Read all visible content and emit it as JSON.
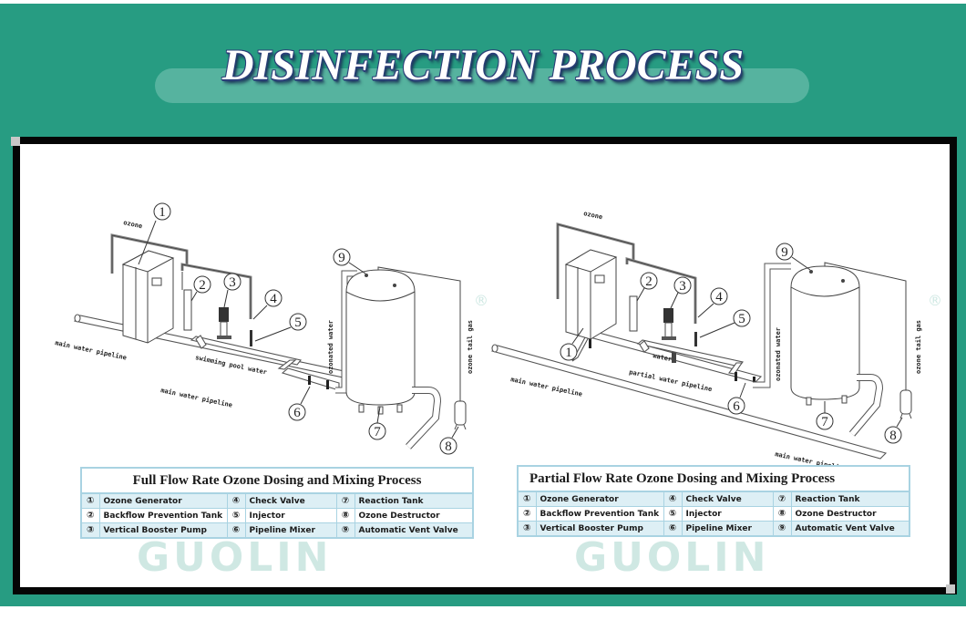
{
  "header": {
    "title": "DISINFECTION PROCESS"
  },
  "watermark": {
    "text": "GUOLIN",
    "registered_mark": "®"
  },
  "colors": {
    "background": "#279c82",
    "title_pill": "#56b39f",
    "title_outline": "#2b3f78",
    "frame": "#050505",
    "table_border": "#a9d3e2",
    "table_alt_row": "#ddeff5",
    "watermark": "#cfe8e3"
  },
  "diagrams": [
    {
      "id": "full-flow",
      "callouts": [
        "1",
        "2",
        "3",
        "4",
        "5",
        "6",
        "7",
        "8",
        "9"
      ],
      "labels": {
        "ozone": "ozone",
        "pool_water": "swimming pool water",
        "main_pipeline_1": "main water pipeline",
        "main_pipeline_2": "main water pipeline",
        "ozonated": "ozonated water",
        "tail_gas": "ozone tail gas"
      },
      "legend": {
        "title": "Full Flow Rate Ozone Dosing and Mixing Process",
        "rows": [
          [
            {
              "n": "①",
              "label": "Ozone Generator"
            },
            {
              "n": "④",
              "label": "Check Valve"
            },
            {
              "n": "⑦",
              "label": "Reaction Tank"
            }
          ],
          [
            {
              "n": "②",
              "label": "Backflow Prevention Tank"
            },
            {
              "n": "⑤",
              "label": "Injector"
            },
            {
              "n": "⑧",
              "label": "Ozone Destructor"
            }
          ],
          [
            {
              "n": "③",
              "label": "Vertical Booster Pump"
            },
            {
              "n": "⑥",
              "label": "Pipeline Mixer"
            },
            {
              "n": "⑨",
              "label": "Automatic Vent Valve"
            }
          ]
        ]
      }
    },
    {
      "id": "partial-flow",
      "callouts": [
        "1",
        "2",
        "3",
        "4",
        "5",
        "6",
        "7",
        "8",
        "9"
      ],
      "labels": {
        "ozone": "ozone",
        "water": "water",
        "partial_pipeline": "partial water pipeline",
        "main_pipeline_1": "main water pipeline",
        "main_pipeline_2": "main water pipeline",
        "ozonated": "ozonated water",
        "tail_gas": "ozone tail gas"
      },
      "legend": {
        "title": "Partial Flow Rate Ozone Dosing and Mixing Process",
        "rows": [
          [
            {
              "n": "①",
              "label": "Ozone Generator"
            },
            {
              "n": "④",
              "label": "Check Valve"
            },
            {
              "n": "⑦",
              "label": "Reaction Tank"
            }
          ],
          [
            {
              "n": "②",
              "label": "Backflow Prevention Tank"
            },
            {
              "n": "⑤",
              "label": "Injector"
            },
            {
              "n": "⑧",
              "label": "Ozone Destructor"
            }
          ],
          [
            {
              "n": "③",
              "label": "Vertical Booster Pump"
            },
            {
              "n": "⑥",
              "label": "Pipeline Mixer"
            },
            {
              "n": "⑨",
              "label": "Automatic Vent Valve"
            }
          ]
        ]
      }
    }
  ]
}
